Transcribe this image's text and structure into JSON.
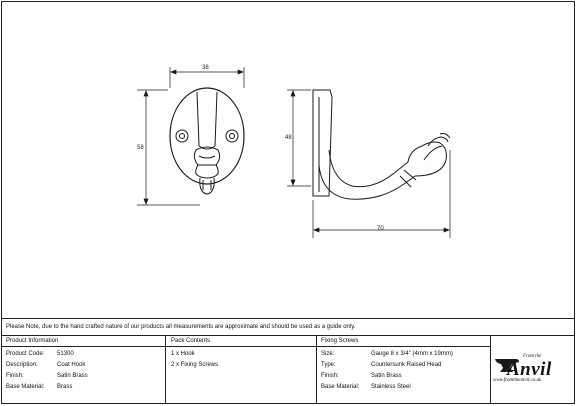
{
  "dimensions": {
    "width_label": "38",
    "height_label": "58",
    "side_height_label": "48",
    "projection_label": "70"
  },
  "note": "Please Note, due to the hand crafted nature of our products all measurements are approximate and should be used as a guide only.",
  "product_information": {
    "title": "Product Information",
    "rows": [
      {
        "label": "Product Code:",
        "value": "51300"
      },
      {
        "label": "Description:",
        "value": "Coat Hook"
      },
      {
        "label": "Finish:",
        "value": "Satin Brass"
      },
      {
        "label": "Base Material:",
        "value": "Brass"
      }
    ]
  },
  "pack_contents": {
    "title": "Pack Contents",
    "items": [
      "1 x Hook",
      "2 x Fixing Screws"
    ]
  },
  "fixing_screws": {
    "title": "Fixing Screws",
    "rows": [
      {
        "label": "Size:",
        "value": "Gauge 8 x 3/4\" (4mm x 19mm)"
      },
      {
        "label": "Type:",
        "value": "Countersunk Raised Head"
      },
      {
        "label": "Finish:",
        "value": "Satin Brass"
      },
      {
        "label": "Base Material:",
        "value": "Stainless Steel"
      }
    ]
  },
  "logo": {
    "from_the": "From the",
    "brand": "Anvil",
    "url": "www.fromtheanvil.co.uk"
  }
}
